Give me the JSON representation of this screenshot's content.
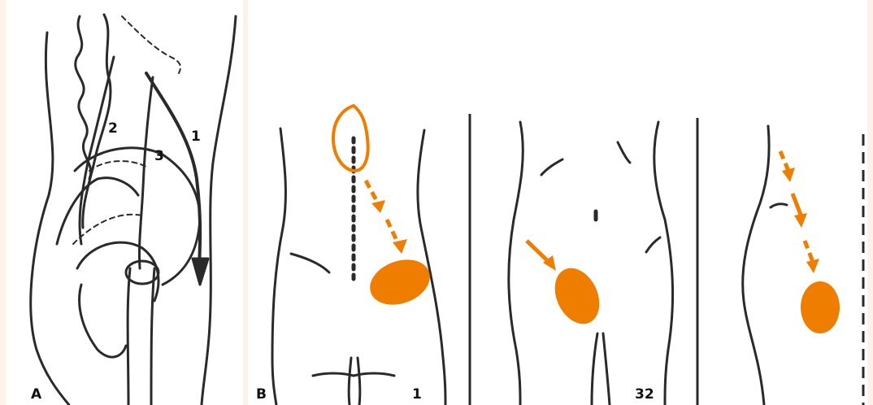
{
  "labels": {
    "panel_a": "A",
    "panel_b": "B",
    "path_1": "1",
    "path_2": "2",
    "path_3": "3",
    "fig_1": "1",
    "fig_32": "32"
  },
  "colors": {
    "background": "#fbf3e8",
    "panel": "#ffffff",
    "line": "#2a2a2a",
    "accent": "#ee7d00"
  }
}
